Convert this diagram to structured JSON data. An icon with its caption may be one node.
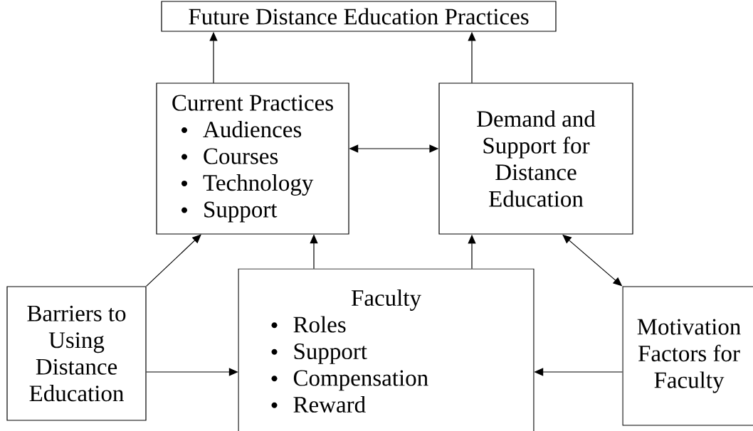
{
  "diagram": {
    "nodes": [
      {
        "text": [
          "Future Distance Education Practices"
        ]
      },
      {
        "text": [
          "Current Practices",
          "Audiences",
          "Courses",
          "Technology",
          "Support"
        ]
      },
      {
        "text": [
          "Demand and Support for Distance Education"
        ]
      },
      {
        "text": [
          "Barriers to Using Distance Education"
        ]
      },
      {
        "text": [
          "Faculty",
          "Roles",
          "Support",
          "Compensation",
          "Reward"
        ]
      },
      {
        "text": [
          "Motivation Factors for Faculty"
        ]
      }
    ],
    "edges": [
      {
        "from": 1,
        "to": 0,
        "arrow": "to"
      },
      {
        "from": 2,
        "to": 0,
        "arrow": "to"
      },
      {
        "from": 1,
        "to": 2,
        "arrow": "both"
      },
      {
        "from": 3,
        "to": 1,
        "arrow": "to"
      },
      {
        "from": 3,
        "to": 4,
        "arrow": "to"
      },
      {
        "from": 4,
        "to": 1,
        "arrow": "to"
      },
      {
        "from": 4,
        "to": 2,
        "arrow": "to"
      },
      {
        "from": 2,
        "to": 5,
        "arrow": "both"
      },
      {
        "from": 5,
        "to": 4,
        "arrow": "to"
      }
    ]
  }
}
